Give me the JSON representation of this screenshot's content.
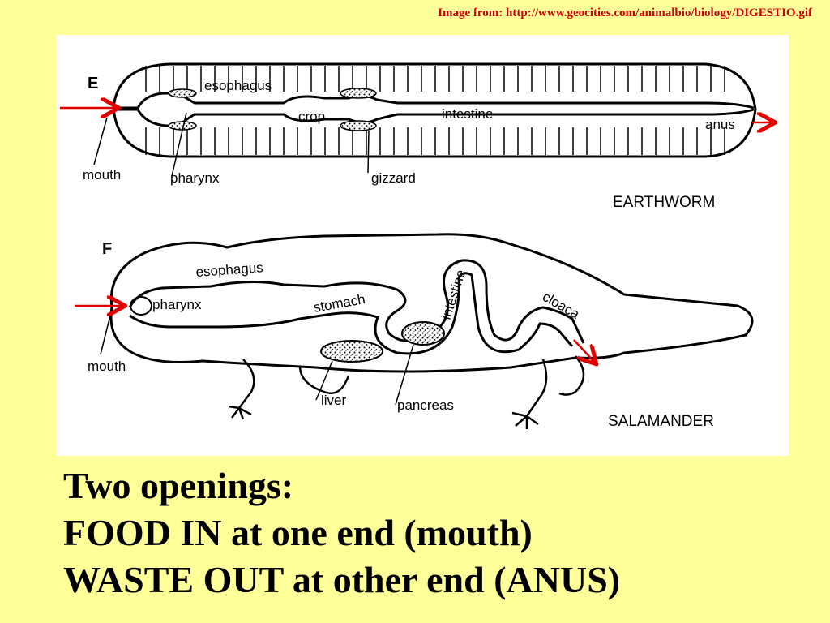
{
  "credit": "Image from:   http://www.geocities.com/animalbio/biology/DIGESTIO.gif",
  "diagram": {
    "earthworm": {
      "tag": "E",
      "title": "EARTHWORM",
      "labels": {
        "esophagus": "esophagus",
        "crop": "crop",
        "intestine": "intestine",
        "anus": "anus",
        "mouth": "mouth",
        "pharynx": "pharynx",
        "gizzard": "gizzard"
      }
    },
    "salamander": {
      "tag": "F",
      "title": "SALAMANDER",
      "labels": {
        "esophagus": "esophagus",
        "pharynx": "pharynx",
        "stomach": "stomach",
        "intestine": "intestine",
        "cloaca": "cloaca",
        "mouth": "mouth",
        "liver": "liver",
        "pancreas": "pancreas"
      }
    },
    "colors": {
      "arrow": "#e00000",
      "background": "#ffff99",
      "credit": "#cc0000"
    }
  },
  "caption": {
    "line1": "Two openings:",
    "line2": "FOOD IN at one end (mouth)",
    "line3": "WASTE OUT at other end (ANUS)"
  }
}
